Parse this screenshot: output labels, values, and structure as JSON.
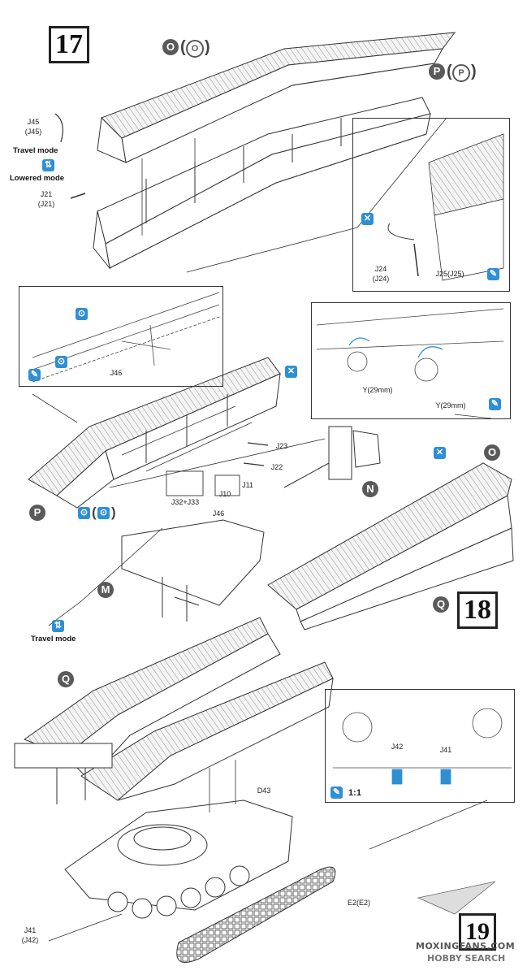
{
  "steps": {
    "s17": "17",
    "s18": "18",
    "s19": "19"
  },
  "callouts": {
    "o_top": "O",
    "o_top_paren": "O",
    "p_top": "P",
    "p_top_paren": "P",
    "p_mid": "P",
    "n_mid": "N",
    "o_mid": "O",
    "m_mid": "M",
    "q_mid": "Q",
    "q_bottom": "Q"
  },
  "parts": {
    "j45": "J45",
    "j45_alt": "(J45)",
    "j21": "J21",
    "j21_alt": "(J21)",
    "j24": "J24",
    "j24_alt": "(J24)",
    "j25": "J25(J25)",
    "j46_inset": "J46",
    "y1": "Y(29mm)",
    "y2": "Y(29mm)",
    "j23": "J23",
    "j22": "J22",
    "j11": "J11",
    "j10": "J10",
    "j32_33": "J32+J33",
    "j46_mid": "J46",
    "d43": "D43",
    "e2": "E2(E2)",
    "j41_detail": "J41",
    "j42_detail": "J42",
    "j41_bottom": "J41",
    "j41_bottom_alt": "(J42)",
    "scale": "1:1"
  },
  "modes": {
    "travel_top": "Travel mode",
    "lowered_top": "Lowered mode",
    "travel_mid": "Travel mode"
  },
  "watermark": {
    "line1": "MOXINGFANS.COM",
    "line2": "HOBBY SEARCH"
  },
  "colors": {
    "accent_blue": "#2f8fd4",
    "callout_gray": "#5a5a5a",
    "ink": "#222222"
  }
}
